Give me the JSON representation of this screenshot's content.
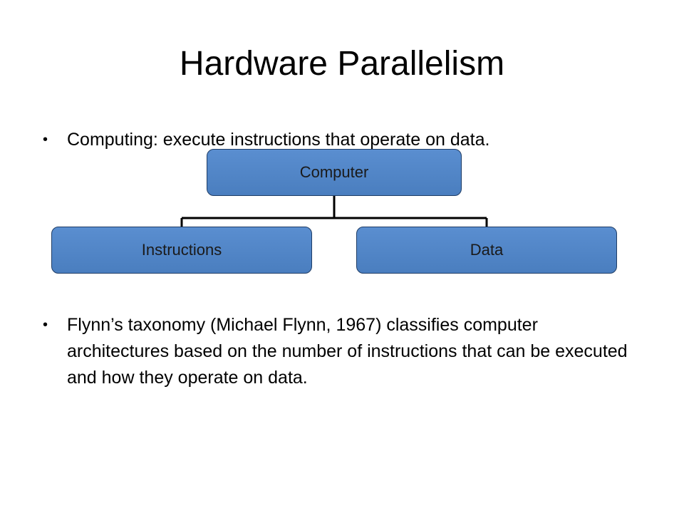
{
  "slide": {
    "title": "Hardware Parallelism",
    "bullets": [
      {
        "marker": "•",
        "text": "Computing: execute instructions that operate on data."
      },
      {
        "marker": "•",
        "text": "Flynn’s taxonomy (Michael Flynn, 1967) classifies computer architectures based on the number of instructions that can be executed and how they operate on data."
      }
    ]
  },
  "diagram": {
    "root": {
      "label": "Computer"
    },
    "children": [
      {
        "label": "Instructions"
      },
      {
        "label": "Data"
      }
    ],
    "colors": {
      "node_fill": "#4f81bd",
      "node_border": "#1f3d66",
      "connector": "#000000"
    }
  }
}
